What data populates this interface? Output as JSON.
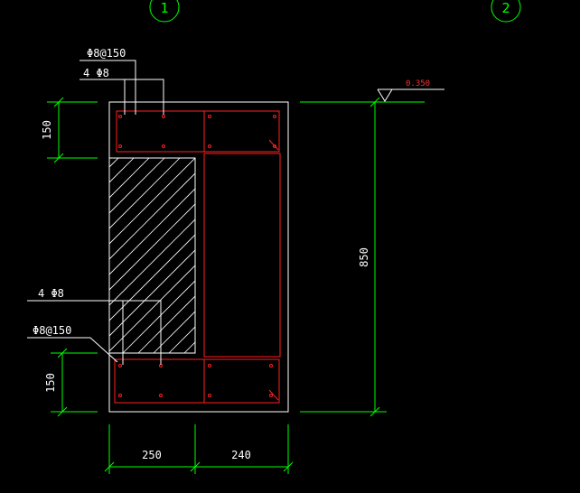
{
  "drawing": {
    "axis_labels": [
      "1",
      "2"
    ],
    "top_stirrup_label": "Φ8@150",
    "top_bar_label": "4 Φ8",
    "bottom_bar_label": "4 Φ8",
    "bottom_stirrup_label": "Φ8@150",
    "elevation_label": "0.350",
    "dim_top_height": "150",
    "dim_bottom_height": "150",
    "dim_total_height": "850",
    "dim_width_left": "250",
    "dim_width_right": "240"
  }
}
